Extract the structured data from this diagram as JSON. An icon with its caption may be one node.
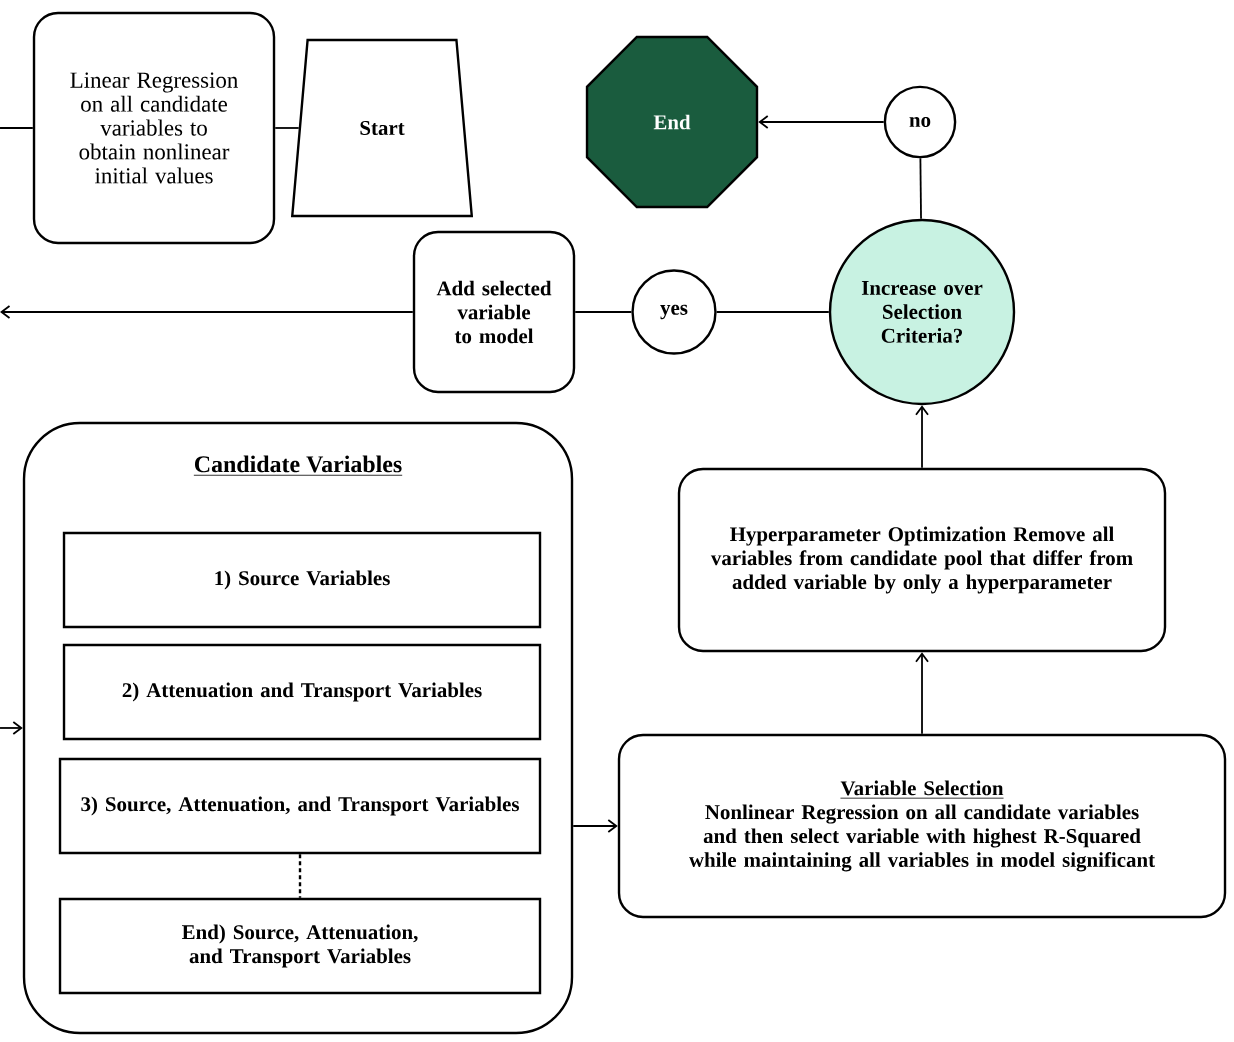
{
  "diagram": {
    "nodes": [
      {
        "text": [
          "Linear Regression on all candidate variables to obtain nonlinear initial values"
        ]
      },
      {
        "text": [
          "Start"
        ]
      },
      {
        "text": [
          "End"
        ]
      },
      {
        "text": [
          "no"
        ]
      },
      {
        "text": [
          "Add selected variable to model"
        ]
      },
      {
        "text": [
          "yes"
        ]
      },
      {
        "text": [
          "Increase over Selection Criteria?"
        ]
      },
      {
        "text": [
          "Hyperparameter Optimization Remove all variables from candidate pool that differ from added variable by only a hyperparameter"
        ]
      },
      {
        "text": [
          "Candidate Variables"
        ]
      },
      {
        "text": [
          "1) Source Variables"
        ],
        "in": 8
      },
      {
        "text": [
          "2) Attenuation and Transport Variables"
        ],
        "in": 8
      },
      {
        "text": [
          "3) Source, Attenuation, and Transport Variables"
        ],
        "in": 8
      },
      {
        "text": [
          "End) Source, Attenuation, and Transport Variables"
        ],
        "in": 8
      },
      {
        "text": [
          "Variable Selection",
          "Nonlinear Regression on all candidate variables and then select variable with highest R-Squared while maintaining all variables in model significant"
        ]
      }
    ],
    "edges": [
      {
        "from": null,
        "to": 0,
        "arrow": "none"
      },
      {
        "from": 0,
        "to": 1,
        "arrow": "none"
      },
      {
        "from": 6,
        "to": 3,
        "arrow": "none"
      },
      {
        "from": 3,
        "to": 2,
        "arrow": "to"
      },
      {
        "from": 6,
        "to": 5,
        "arrow": "none"
      },
      {
        "from": 5,
        "to": 4,
        "arrow": "none"
      },
      {
        "from": 4,
        "to": null,
        "arrow": "to"
      },
      {
        "from": null,
        "to": 8,
        "arrow": "to"
      },
      {
        "from": 11,
        "to": 12,
        "arrow": "none",
        "style": "dashed"
      },
      {
        "from": 8,
        "to": 13,
        "arrow": "to"
      },
      {
        "from": 13,
        "to": 7,
        "arrow": "to"
      },
      {
        "from": 7,
        "to": 6,
        "arrow": "to"
      }
    ]
  }
}
